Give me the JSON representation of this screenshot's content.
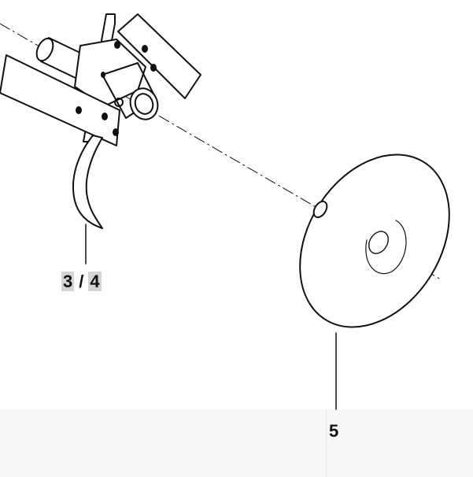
{
  "callouts": {
    "tine": {
      "part_a": "3",
      "separator": "/",
      "part_b": "4"
    },
    "disc": {
      "part": "5"
    }
  },
  "colors": {
    "line": "#111111",
    "badge": "#d4d4d4",
    "footer": "#f6f6f6"
  }
}
